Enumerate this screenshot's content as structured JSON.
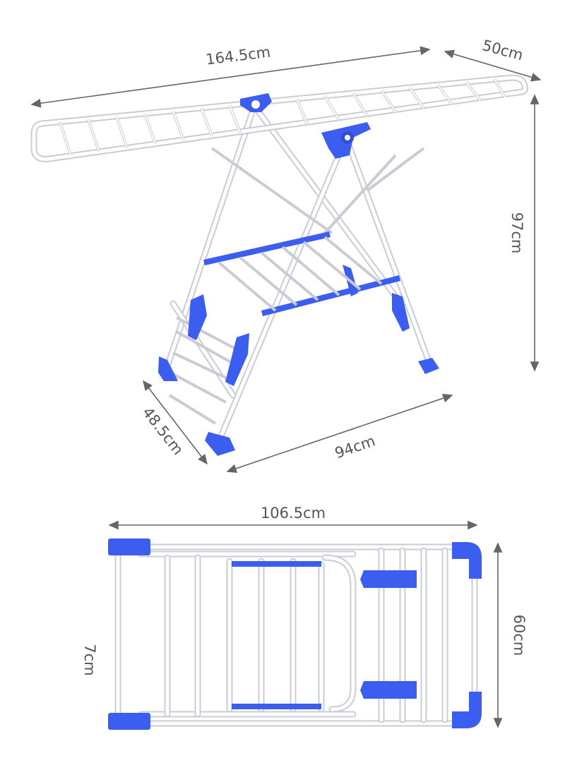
{
  "dimensions": {
    "length_open": "164.5cm",
    "width_top": "50cm",
    "height": "97cm",
    "wing_depth": "48.5cm",
    "base_length": "94cm",
    "length_folded": "106.5cm",
    "thickness_folded": "7cm",
    "width_folded": "60cm"
  },
  "colors": {
    "accent": "#3b5ef0",
    "frame": "#ffffff",
    "label": "#555555"
  }
}
